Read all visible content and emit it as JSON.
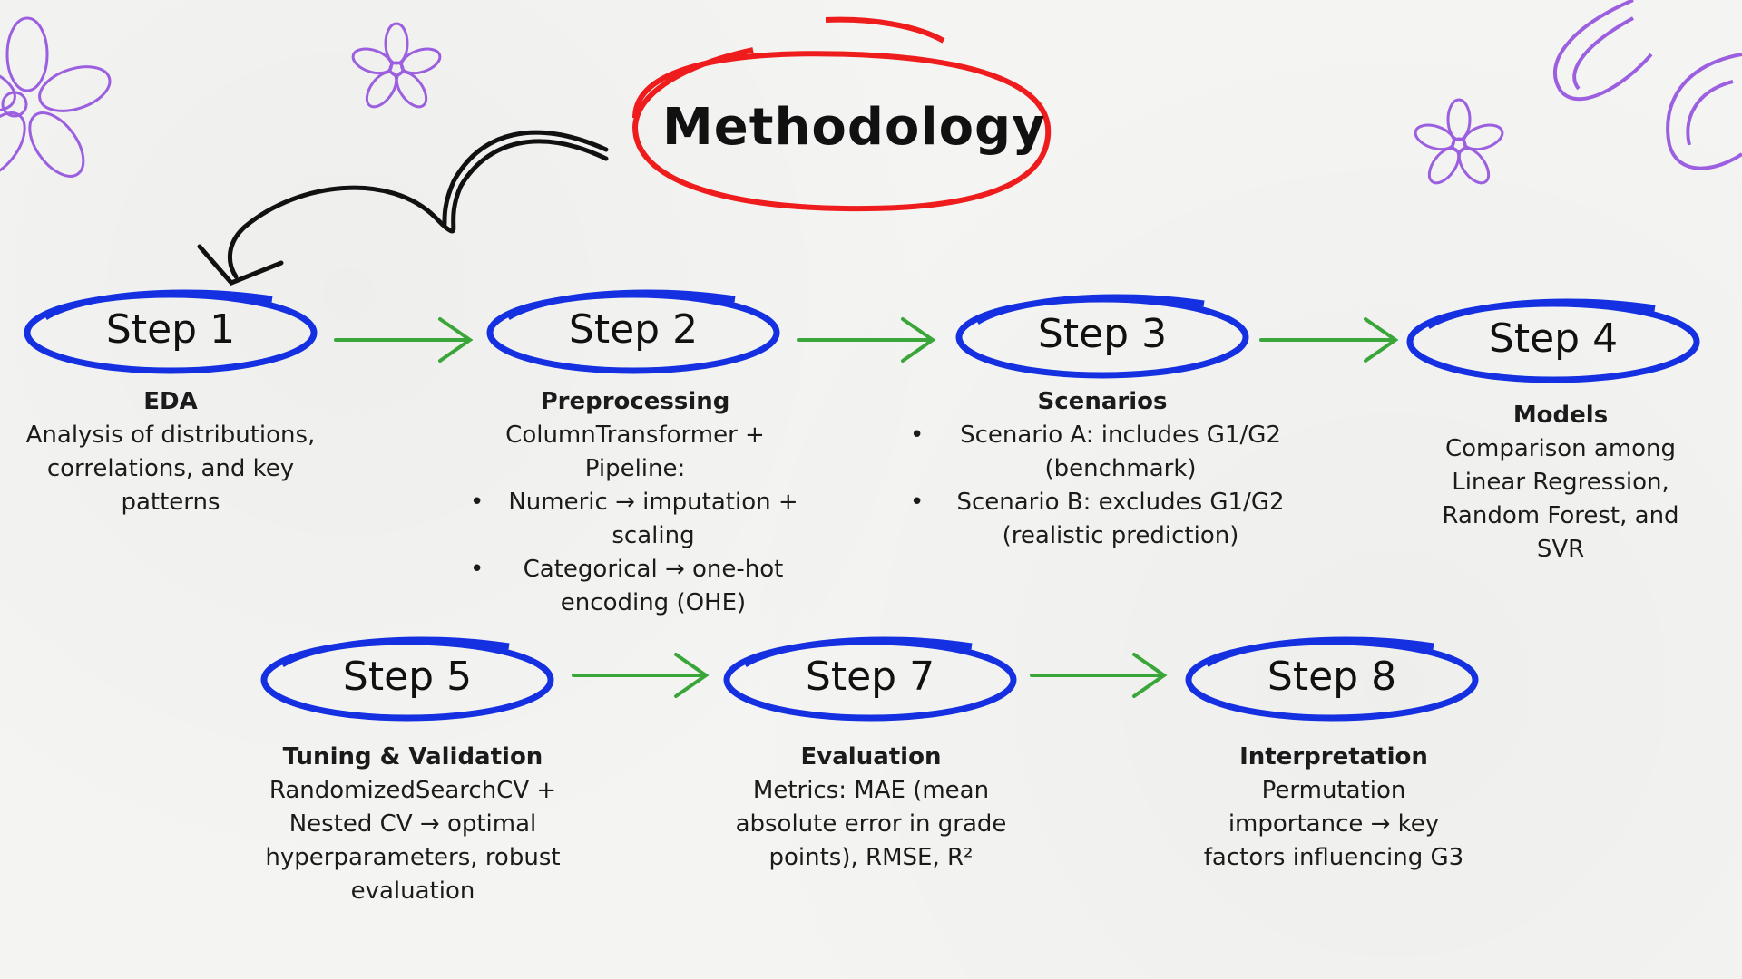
{
  "title": "Methodology",
  "colors": {
    "title_circle": "#ee1c1c",
    "step_oval": "#1430e0",
    "arrow": "#3aa63a",
    "flower": "#9b5fe0",
    "curved_arrow": "#111111"
  },
  "steps": [
    {
      "label": "Step 1",
      "heading": "EDA",
      "body": "Analysis of distributions, correlations, and key patterns"
    },
    {
      "label": "Step 2",
      "heading": "Preprocessing",
      "body": "ColumnTransformer + Pipeline:",
      "bullets": [
        "Numeric → imputation + scaling",
        "Categorical → one-hot encoding (OHE)"
      ]
    },
    {
      "label": "Step 3",
      "heading": "Scenarios",
      "bullets": [
        "Scenario A: includes G1/G2 (benchmark)",
        "Scenario B: excludes G1/G2 (realistic prediction)"
      ]
    },
    {
      "label": "Step 4",
      "heading": "Models",
      "body": "Comparison among Linear Regression, Random Forest, and SVR"
    },
    {
      "label": "Step 5",
      "heading": "Tuning & Validation",
      "body": "RandomizedSearchCV + Nested CV → optimal hyperparameters, robust evaluation"
    },
    {
      "label": "Step 7",
      "heading": "Evaluation",
      "body": "Metrics: MAE (mean absolute error in grade points), RMSE, R²"
    },
    {
      "label": "Step 8",
      "heading": "Interpretation",
      "body": "Permutation importance → key factors influencing G3"
    }
  ]
}
